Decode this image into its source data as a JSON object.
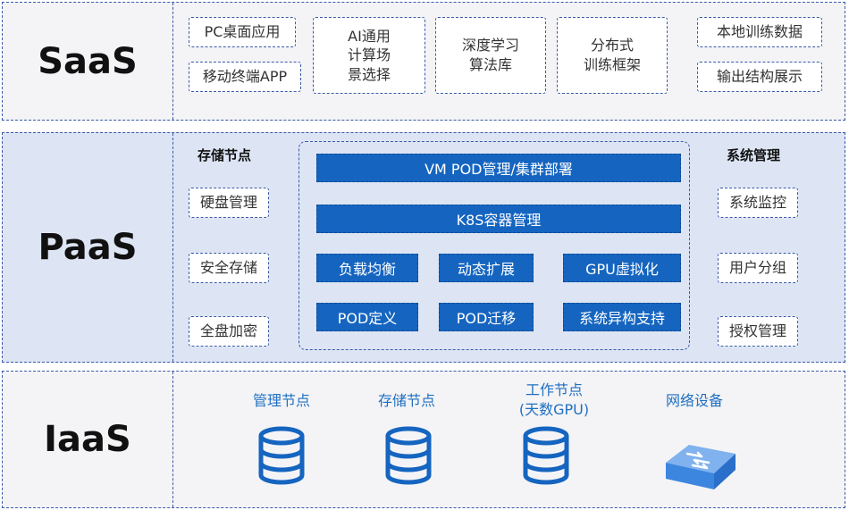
{
  "layers": {
    "saas": {
      "title": "SaaS",
      "items": [
        "PC桌面应用",
        "移动终端APP",
        "AI通用\n计算场\n景选择",
        "深度学习\n算法库",
        "分布式\n训练框架",
        "本地训练数据",
        "输出结构展示"
      ]
    },
    "paas": {
      "title": "PaaS",
      "storage": {
        "heading": "存储节点",
        "items": [
          "硬盘管理",
          "安全存储",
          "全盘加密"
        ]
      },
      "core": {
        "bars": [
          "VM POD管理/集群部署",
          "K8S容器管理"
        ],
        "grid": [
          "负载均衡",
          "动态扩展",
          "GPU虚拟化",
          "POD定义",
          "POD迁移",
          "系统异构支持"
        ]
      },
      "system": {
        "heading": "系统管理",
        "items": [
          "系统监控",
          "用户分组",
          "授权管理"
        ]
      }
    },
    "iaas": {
      "title": "IaaS",
      "nodes": [
        "管理节点",
        "存储节点",
        "工作节点\n(天数GPU)",
        "网络设备"
      ]
    }
  },
  "colors": {
    "accent": "#1565c0",
    "border": "#3a5aa8",
    "paas_bg": "#dde5f4",
    "node_text": "#1f6fc1"
  }
}
